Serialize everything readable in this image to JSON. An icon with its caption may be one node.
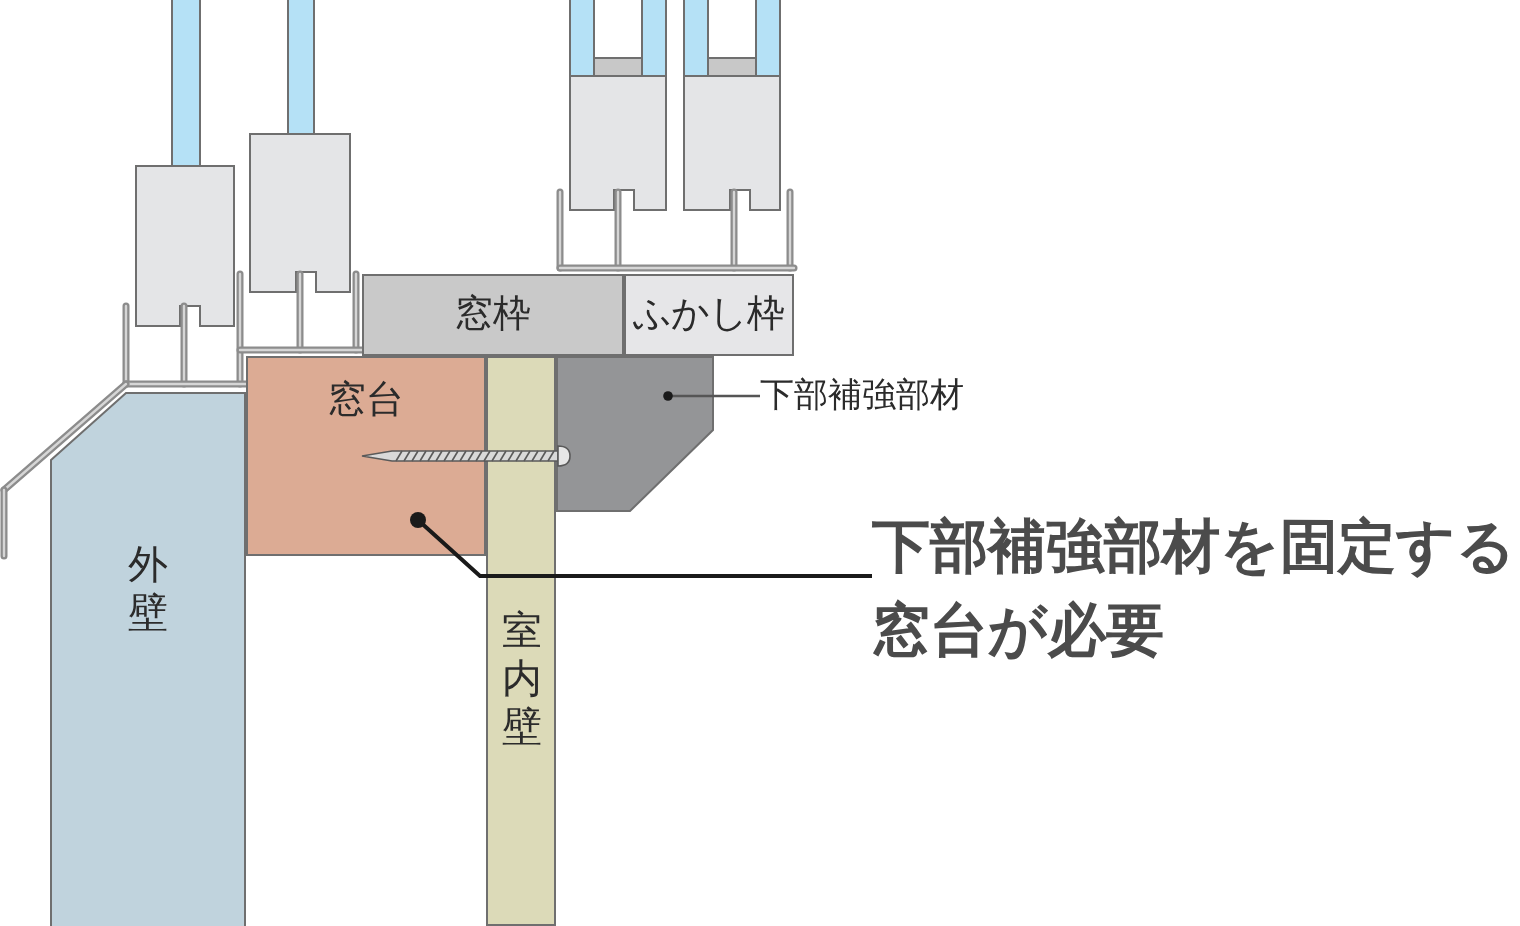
{
  "diagram": {
    "nodes": [
      {
        "text": [
          "窓枠"
        ]
      },
      {
        "text": [
          "ふかし枠"
        ]
      },
      {
        "text": [
          "窓台"
        ]
      },
      {
        "text": [],
        "shape": "box"
      },
      {
        "text": [
          "下部補強部材"
        ]
      },
      {
        "text": [
          "外壁"
        ]
      },
      {
        "text": [
          "室内壁"
        ]
      },
      {
        "text": [
          "下部補強部材を固定する窓台が必要"
        ]
      }
    ],
    "edges": [
      {
        "from": 4,
        "to": 3,
        "arrow": "other"
      },
      {
        "from": 7,
        "to": 2,
        "arrow": "other"
      }
    ]
  }
}
